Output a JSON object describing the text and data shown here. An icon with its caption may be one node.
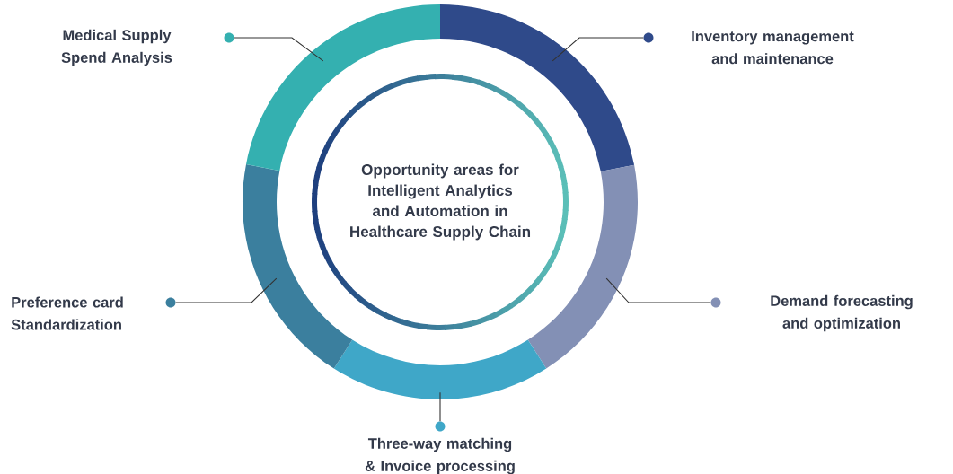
{
  "diagram": {
    "nodes": [
      {
        "text": [
          "Opportunity areas for Intelligent Analytics and Automation in Healthcare Supply Chain"
        ]
      },
      {
        "text": [],
        "shape": "circle",
        "beside": [
          "Medical Supply Spend Analysis"
        ]
      },
      {
        "text": [],
        "shape": "circle",
        "beside": [
          "Inventory management and maintenance"
        ]
      },
      {
        "text": [],
        "shape": "circle",
        "beside": [
          "Preference card Standardization"
        ]
      },
      {
        "text": [],
        "shape": "circle",
        "beside": [
          "Demand forecasting and optimization"
        ]
      },
      {
        "text": [],
        "shape": "circle",
        "beside": [
          "Three-way matching & Invoice processing"
        ]
      },
      {
        "text": [],
        "shape": "segment"
      },
      {
        "text": [],
        "shape": "segment"
      },
      {
        "text": [],
        "shape": "segment"
      },
      {
        "text": [],
        "shape": "segment"
      },
      {
        "text": [],
        "shape": "segment"
      }
    ],
    "edges": [
      {
        "from": 1,
        "to": 10,
        "arrow": "none"
      },
      {
        "from": 2,
        "to": 6,
        "arrow": "none"
      },
      {
        "from": 3,
        "to": 9,
        "arrow": "none"
      },
      {
        "from": 4,
        "to": 7,
        "arrow": "none"
      },
      {
        "from": 5,
        "to": 8,
        "arrow": "none"
      }
    ]
  }
}
